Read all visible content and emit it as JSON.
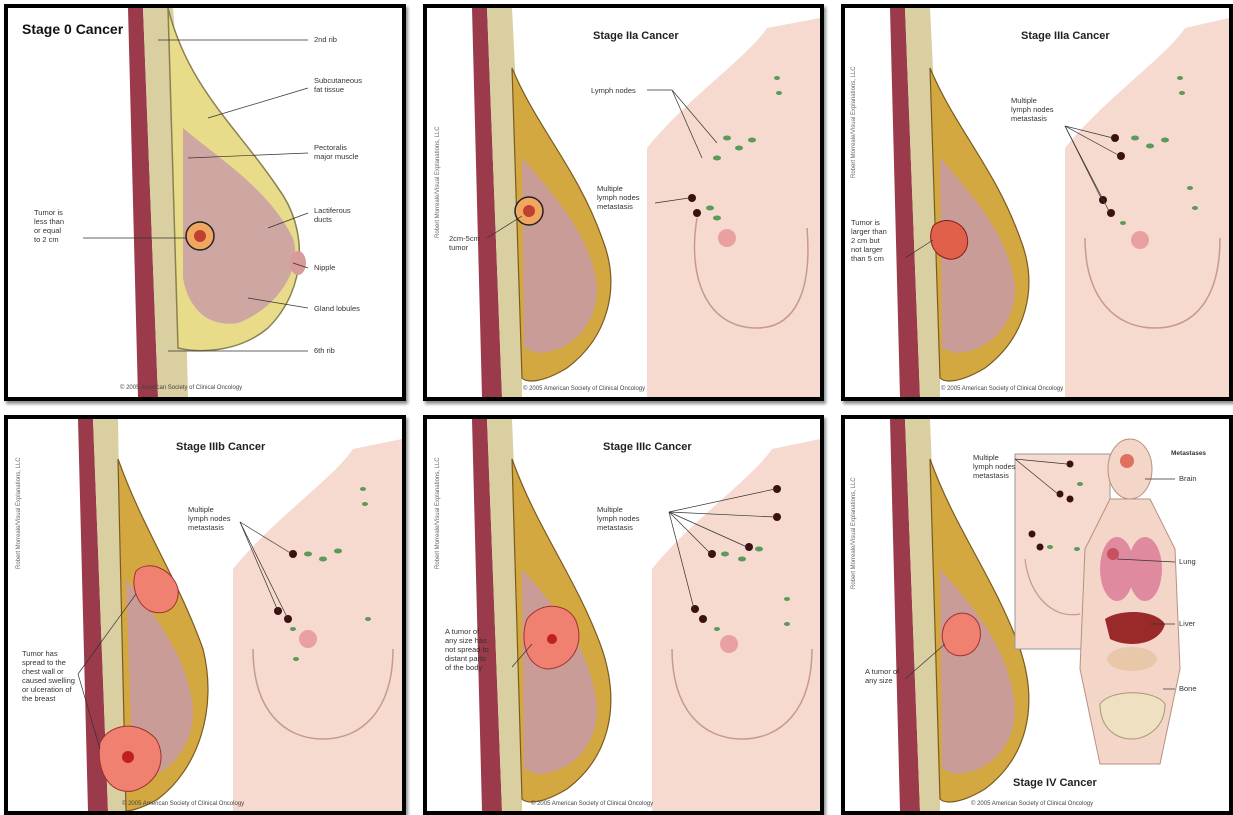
{
  "panels": [
    {
      "title": "Stage 0 Cancer",
      "labels": [
        "2nd rib",
        "Subcutaneous\nfat tissue",
        "Pectoralis\nmajor muscle",
        "Lactiferous\nducts",
        "Nipple",
        "Gland lobules",
        "6th rib",
        "Tumor is\nless than\nor equal\nto 2 cm"
      ],
      "copyright": "© 2005 American Society of Clinical Oncology",
      "credit": ""
    },
    {
      "title": "Stage IIa Cancer",
      "labels": [
        "Lymph nodes",
        "Multiple\nlymph nodes\nmetastasis",
        "2cm-5cm\ntumor"
      ],
      "copyright": "© 2005 American Society of Clinical Oncology",
      "credit": "Robert Morreale/Visual Explanations, LLC"
    },
    {
      "title": "Stage IIIa Cancer",
      "labels": [
        "Multiple\nlymph nodes\nmetastasis",
        "Tumor is\nlarger than\n2 cm but\nnot larger\nthan 5 cm"
      ],
      "copyright": "© 2005 American Society of Clinical Oncology",
      "credit": "Robert Morreale/Visual Explanations, LLC"
    },
    {
      "title": "Stage IIIb Cancer",
      "labels": [
        "Multiple\nlymph nodes\nmetastasis",
        "Tumor has\nspread to the\nchest wall or\ncaused swelling\nor ulceration of\nthe breast"
      ],
      "copyright": "© 2005 American Society of Clinical Oncology",
      "credit": "Robert Morreale/Visual Explanations, LLC"
    },
    {
      "title": "Stage IIIc Cancer",
      "labels": [
        "Multiple\nlymph nodes\nmetastasis",
        "A tumor of\nany size has\nnot spread to\ndistant parts\nof the body"
      ],
      "copyright": "© 2005 American Society of Clinical Oncology",
      "credit": "Robert Morreale/Visual Explanations, LLC"
    },
    {
      "title": "Stage IV Cancer",
      "labels": [
        "Multiple\nlymph nodes\nmetastasis",
        "Metastases",
        "Brain",
        "Lung",
        "Liver",
        "Bone",
        "A tumor of\nany size"
      ],
      "copyright": "© 2005 American Society of Clinical Oncology",
      "credit": "Robert Morreale/Visual Explanations, LLC"
    }
  ],
  "colors": {
    "fat": "#e8dc8a",
    "gland": "#c89aa8",
    "muscle": "#8a2a3a",
    "skin": "#f6d9cf",
    "node": "#5a9a5a",
    "tumor": "#e0604a"
  }
}
